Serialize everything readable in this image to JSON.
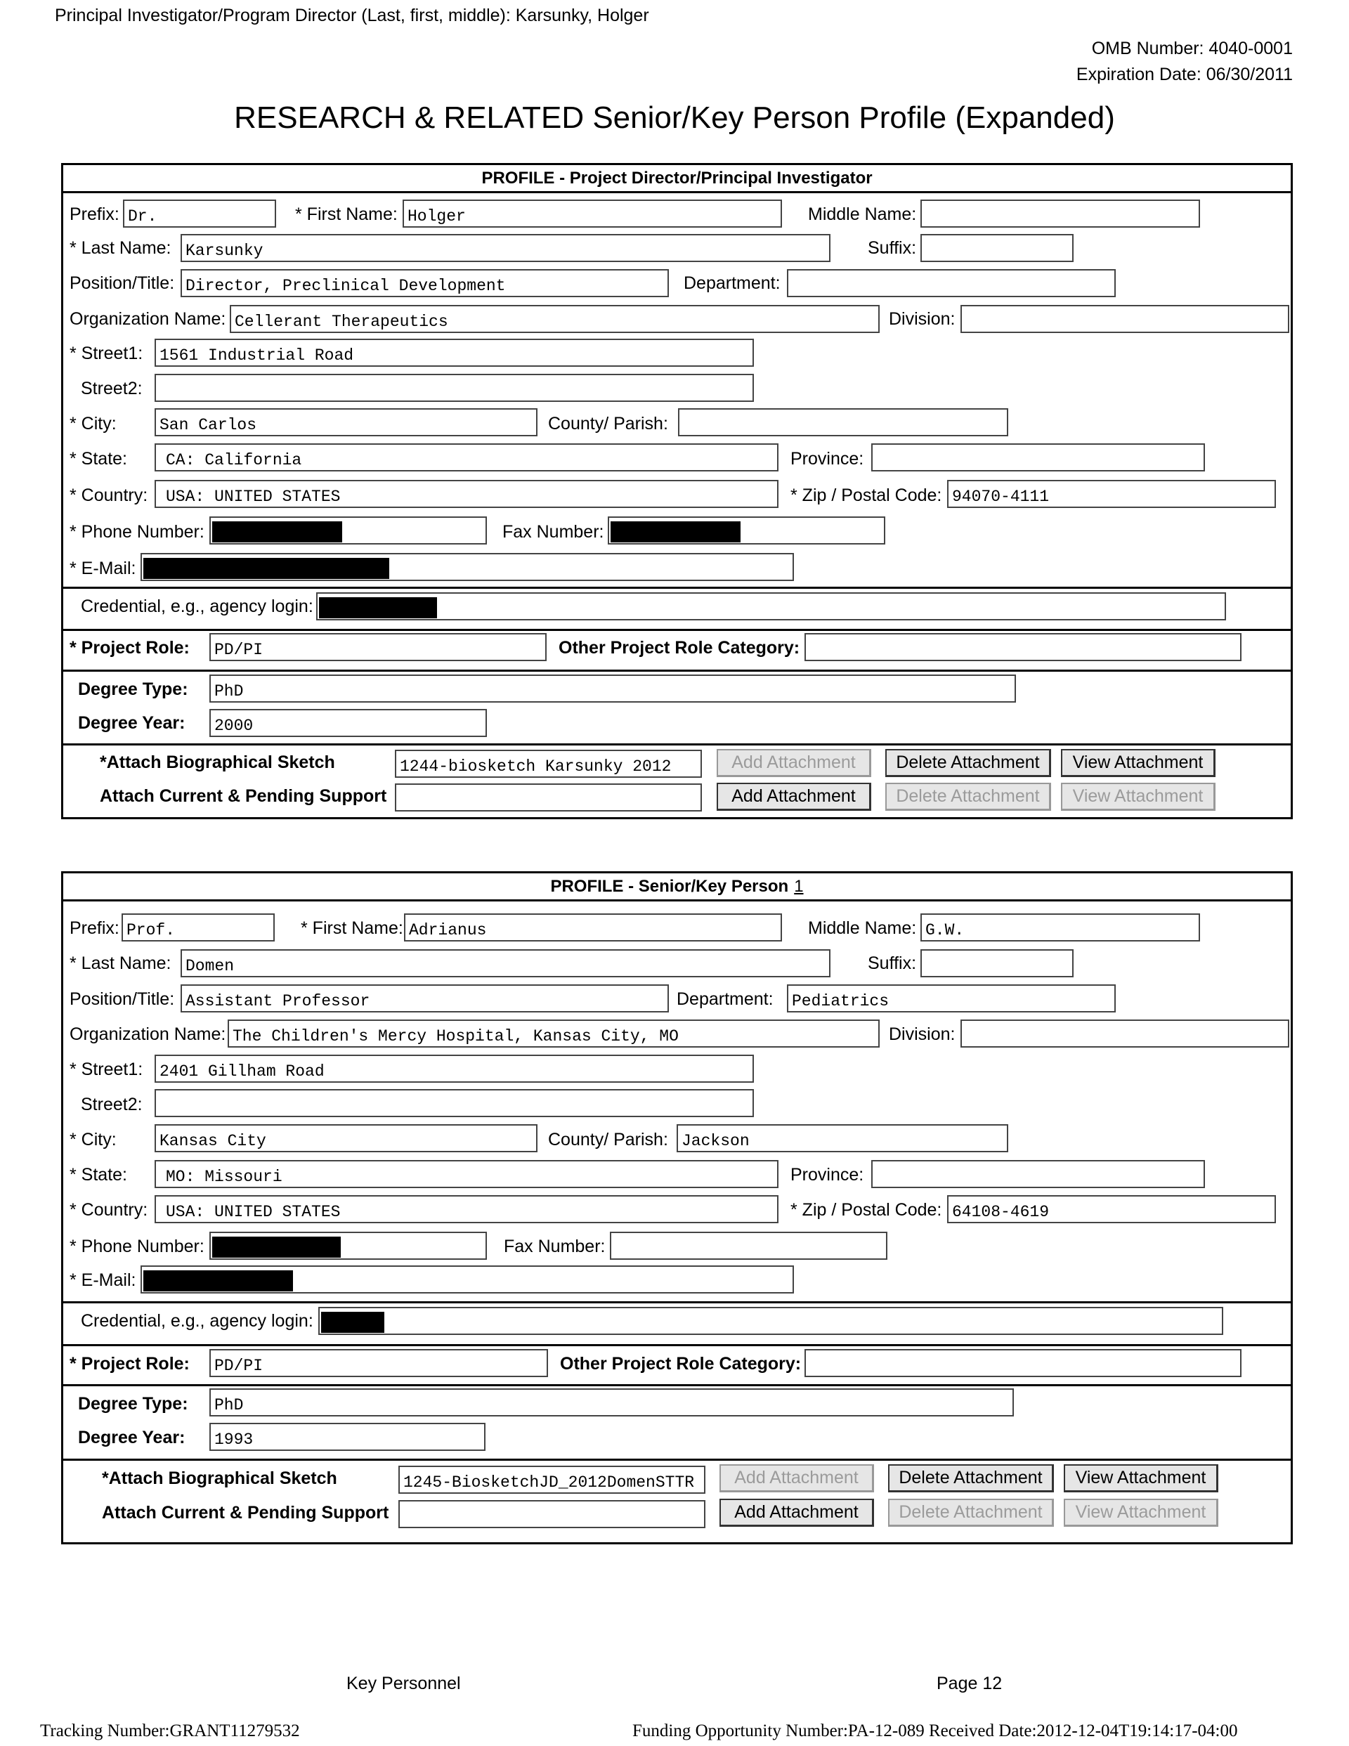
{
  "header": {
    "pi_line": "Principal Investigator/Program Director (Last, first, middle): Karsunky, Holger",
    "omb": "OMB Number: 4040-0001",
    "expiration": "Expiration Date: 06/30/2011",
    "title": "RESEARCH & RELATED Senior/Key Person Profile (Expanded)"
  },
  "labels": {
    "prefix": "Prefix:",
    "first_name": "* First Name:",
    "middle_name": "Middle Name:",
    "last_name": "* Last Name:",
    "suffix": "Suffix:",
    "position": "Position/Title:",
    "department": "Department:",
    "organization": "Organization Name:",
    "division": "Division:",
    "street1": "* Street1:",
    "street2": "Street2:",
    "city": "* City:",
    "county": "County/ Parish:",
    "state": "* State:",
    "province": "Province:",
    "country": "* Country:",
    "zip": "* Zip / Postal Code:",
    "phone": "* Phone Number:",
    "fax": "Fax Number:",
    "email": "* E-Mail:",
    "credential": "Credential, e.g., agency login:",
    "project_role": "* Project Role:",
    "other_role": "Other Project Role Category:",
    "degree_type": "Degree Type:",
    "degree_year": "Degree Year:",
    "bio_sketch": "*Attach Biographical Sketch",
    "current_pending": "Attach Current & Pending Support"
  },
  "buttons": {
    "add": "Add Attachment",
    "delete": "Delete Attachment",
    "view": "View Attachment"
  },
  "profiles": [
    {
      "heading": "PROFILE - Project Director/Principal Investigator",
      "number": "",
      "prefix": "Dr.",
      "first_name": "Holger",
      "middle_name": "",
      "last_name": "Karsunky",
      "suffix": "",
      "position": "Director, Preclinical Development",
      "department": "",
      "organization": "Cellerant Therapeutics",
      "division": "",
      "street1": "1561 Industrial Road",
      "street2": "",
      "city": "San Carlos",
      "county": "",
      "state": "CA: California",
      "province": "",
      "country": "USA: UNITED STATES",
      "zip": "94070-4111",
      "project_role": "PD/PI",
      "other_role": "",
      "degree_type": "PhD",
      "degree_year": "2000",
      "bio_sketch_file": "1244-biosketch Karsunky 2012",
      "current_pending_file": ""
    },
    {
      "heading": "PROFILE - Senior/Key Person",
      "number": "1",
      "prefix": "Prof.",
      "first_name": "Adrianus",
      "middle_name": "G.W.",
      "last_name": "Domen",
      "suffix": "",
      "position": "Assistant Professor",
      "department": "Pediatrics",
      "organization": "The Children's Mercy Hospital, Kansas City, MO",
      "division": "",
      "street1": "2401 Gillham Road",
      "street2": "",
      "city": "Kansas City",
      "county": "Jackson",
      "state": "MO: Missouri",
      "province": "",
      "country": "USA: UNITED STATES",
      "zip": "64108-4619",
      "project_role": "PD/PI",
      "other_role": "",
      "degree_type": "PhD",
      "degree_year": "1993",
      "bio_sketch_file": "1245-BiosketchJD_2012DomenSTTR",
      "current_pending_file": ""
    }
  ],
  "footer": {
    "left": "Key Personnel",
    "right": "Page 12",
    "tracking": "Tracking Number:GRANT11279532",
    "funding": "Funding Opportunity Number:PA-12-089 Received Date:2012-12-04T19:14:17-04:00"
  }
}
